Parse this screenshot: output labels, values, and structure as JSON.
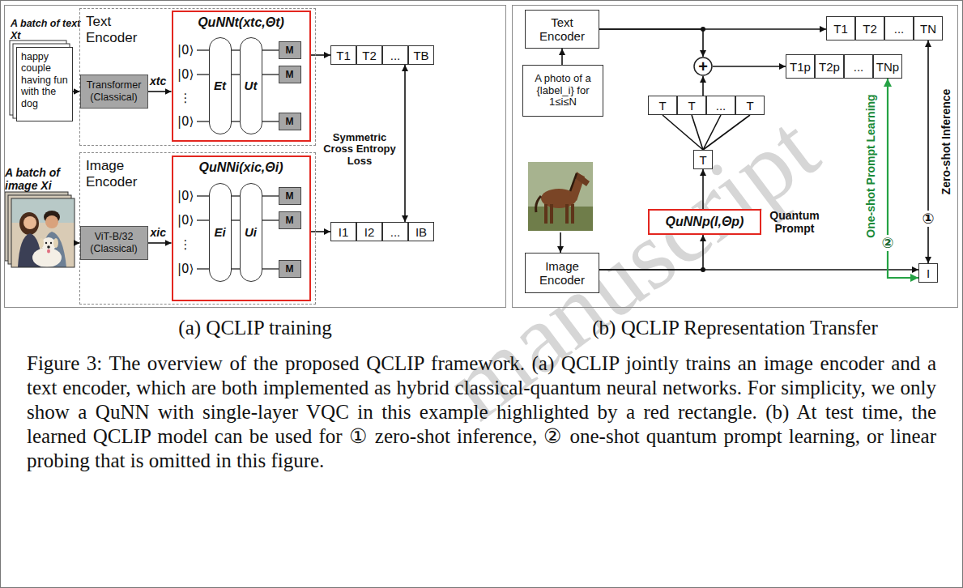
{
  "diagram": {
    "caption": "Figure 3: The overview of the proposed QCLIP framework. (a) QCLIP jointly trains an image encoder and a text encoder, which are both implemented as hybrid classical-quantum neural networks. For simplicity, we only show a QuNN with single-layer VQC in this example highlighted by a red rectangle. (b) At test time, the learned QCLIP model can be used for ① zero-shot inference, ② one-shot quantum prompt learning, or linear probing that is omitted in this figure.",
    "nodes": [
      {
        "text": [
          "(a) QCLIP training"
        ]
      },
      {
        "text": [
          "A batch of text Xt",
          "happy couple having fun with the dog"
        ],
        "in": 0
      },
      {
        "text": [
          "Text Encoder"
        ],
        "in": 0
      },
      {
        "text": [
          "Transformer (Classical)"
        ],
        "in": 2
      },
      {
        "text": [
          "QuNNt(xtc,Θt)"
        ],
        "in": 2
      },
      {
        "text": [
          "Et"
        ],
        "in": 4
      },
      {
        "text": [
          "Ut"
        ],
        "in": 4
      },
      {
        "text": [
          "M"
        ],
        "in": 4
      },
      {
        "text": [
          "M"
        ],
        "in": 4
      },
      {
        "text": [
          "M"
        ],
        "in": 4
      },
      {
        "text": [
          "T1"
        ],
        "in": 0
      },
      {
        "text": [
          "T2"
        ],
        "in": 0
      },
      {
        "text": [
          "..."
        ],
        "in": 0
      },
      {
        "text": [
          "TB"
        ],
        "in": 0
      },
      {
        "text": [
          "A batch of image Xi"
        ],
        "in": 0
      },
      {
        "text": [
          "Image Encoder"
        ],
        "in": 0
      },
      {
        "text": [
          "ViT-B/32 (Classical)"
        ],
        "in": 15
      },
      {
        "text": [
          "QuNNi(xic,Θi)"
        ],
        "in": 15
      },
      {
        "text": [
          "Ei"
        ],
        "in": 17
      },
      {
        "text": [
          "Ui"
        ],
        "in": 17
      },
      {
        "text": [
          "M"
        ],
        "in": 17
      },
      {
        "text": [
          "M"
        ],
        "in": 17
      },
      {
        "text": [
          "M"
        ],
        "in": 17
      },
      {
        "text": [
          "I1"
        ],
        "in": 0
      },
      {
        "text": [
          "I2"
        ],
        "in": 0
      },
      {
        "text": [
          "..."
        ],
        "in": 0
      },
      {
        "text": [
          "IB"
        ],
        "in": 0
      },
      {
        "text": [
          "(b) QCLIP Representation Transfer"
        ]
      },
      {
        "text": [
          "Text Encoder"
        ],
        "in": 27
      },
      {
        "text": [
          "A photo of a {label_i} for 1≤i≤N"
        ],
        "in": 27
      },
      {
        "text": [
          "T1"
        ],
        "in": 27
      },
      {
        "text": [
          "T2"
        ],
        "in": 27
      },
      {
        "text": [
          "..."
        ],
        "in": 27
      },
      {
        "text": [
          "TN"
        ],
        "in": 27
      },
      {
        "text": [
          "+"
        ],
        "in": 27
      },
      {
        "text": [
          "T1p"
        ],
        "in": 27
      },
      {
        "text": [
          "T2p"
        ],
        "in": 27
      },
      {
        "text": [
          "..."
        ],
        "in": 27
      },
      {
        "text": [
          "TNp"
        ],
        "in": 27
      },
      {
        "text": [
          "T"
        ],
        "in": 27
      },
      {
        "text": [
          "T"
        ],
        "in": 27
      },
      {
        "text": [
          "..."
        ],
        "in": 27
      },
      {
        "text": [
          "T"
        ],
        "in": 27
      },
      {
        "text": [
          "T"
        ],
        "in": 27
      },
      {
        "text": [
          "QuNNp(I,Θp)"
        ],
        "in": 27
      },
      {
        "text": [
          "Image Encoder"
        ],
        "in": 27
      },
      {
        "text": [
          "I"
        ],
        "in": 27
      }
    ],
    "edges": [
      {
        "from": 1,
        "to": 3,
        "arrow": "to"
      },
      {
        "from": 3,
        "to": 4,
        "arrow": "to",
        "label": "xtc"
      },
      {
        "from": 4,
        "to": 10,
        "arrow": "to"
      },
      {
        "from": 14,
        "to": 16,
        "arrow": "to"
      },
      {
        "from": 16,
        "to": 17,
        "arrow": "to",
        "label": "xic"
      },
      {
        "from": 17,
        "to": 23,
        "arrow": "to"
      },
      {
        "from": 12,
        "to": 25,
        "arrow": "both",
        "label": "Symmetric Cross Entropy Loss"
      },
      {
        "from": 29,
        "to": 28,
        "arrow": "to"
      },
      {
        "from": 28,
        "to": 30,
        "arrow": "to"
      },
      {
        "from": 28,
        "to": 34,
        "arrow": "to"
      },
      {
        "from": 34,
        "to": 35,
        "arrow": "to"
      },
      {
        "from": 40,
        "to": 34,
        "arrow": "to"
      },
      {
        "from": 43,
        "to": 39,
        "arrow": "none"
      },
      {
        "from": 43,
        "to": 40,
        "arrow": "none"
      },
      {
        "from": 43,
        "to": 41,
        "arrow": "none"
      },
      {
        "from": 43,
        "to": 42,
        "arrow": "none"
      },
      {
        "from": 44,
        "to": 43,
        "arrow": "to"
      },
      {
        "from": 45,
        "to": 44,
        "arrow": "to"
      },
      {
        "from": 45,
        "to": 46,
        "arrow": "to"
      },
      {
        "from": 33,
        "to": 46,
        "arrow": "both",
        "label": "Zero-shot Inference"
      },
      {
        "from": 38,
        "to": 46,
        "arrow": "both",
        "label": "One-shot Prompt Learning"
      }
    ],
    "labels": [
      "|0⟩",
      "|0⟩",
      "⋮",
      "|0⟩",
      "|0⟩",
      "|0⟩",
      "⋮",
      "|0⟩",
      "Quantum Prompt",
      "①",
      "②",
      "manuscript"
    ]
  }
}
